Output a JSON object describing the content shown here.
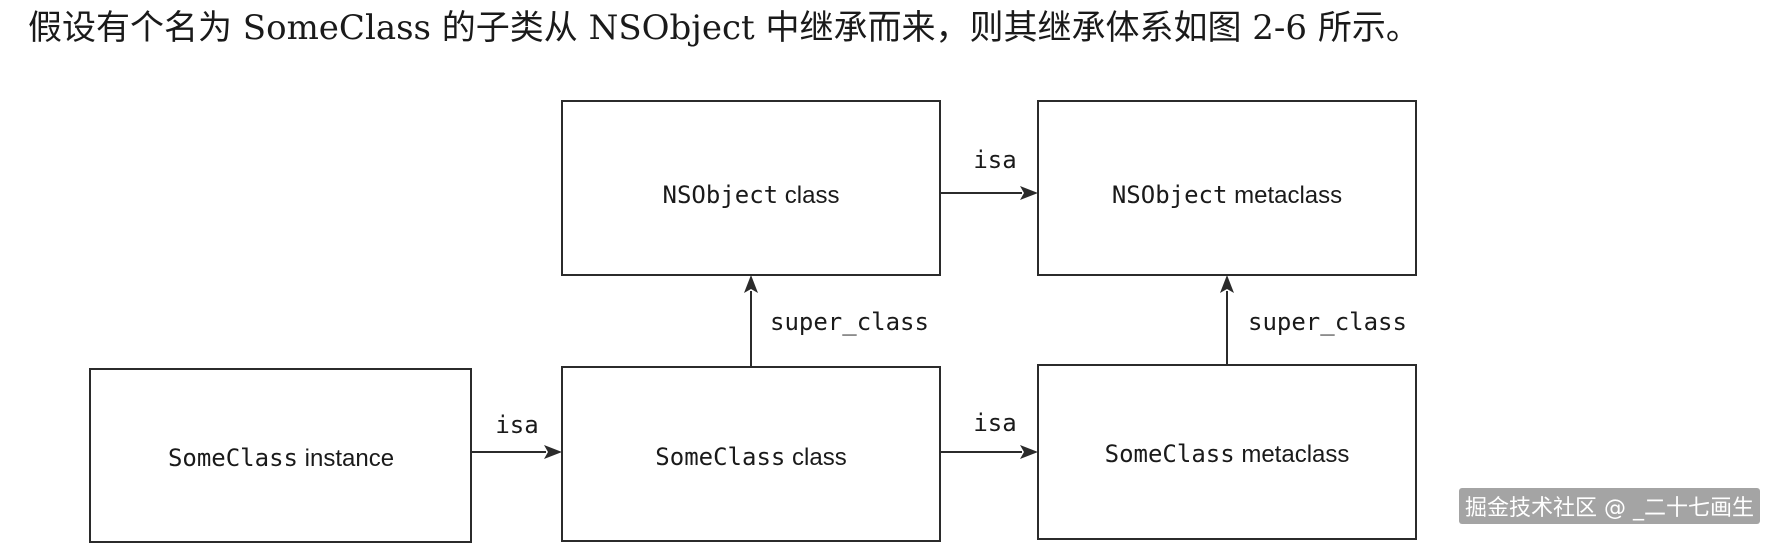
{
  "heading": "假设有个名为 SomeClass 的子类从 NSObject 中继承而来，则其继承体系如图 2-6 所示。",
  "diagram": {
    "nodes": {
      "nsobject_class": {
        "mono": "NSObject",
        "sans": " class"
      },
      "nsobject_metaclass": {
        "mono": "NSObject",
        "sans": " metaclass"
      },
      "someclass_instance": {
        "mono": "SomeClass",
        "sans": " instance"
      },
      "someclass_class": {
        "mono": "SomeClass",
        "sans": " class"
      },
      "someclass_metaclass": {
        "mono": "SomeClass",
        "sans": " metaclass"
      }
    },
    "edges": {
      "instance_isa": "isa",
      "class_isa": "isa",
      "nsobject_isa": "isa",
      "class_super": "super_class",
      "metaclass_super": "super_class"
    }
  },
  "watermark": "掘金技术社区 @ _二十七画生"
}
